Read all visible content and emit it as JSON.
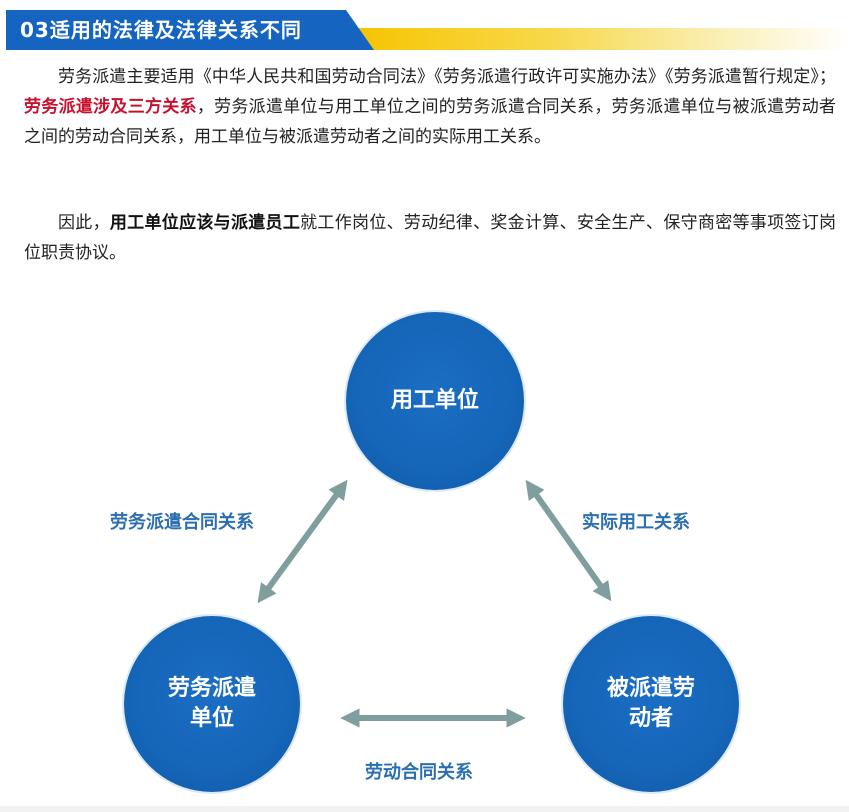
{
  "header": {
    "title": "03适用的法律及法律关系不同"
  },
  "paragraph1": {
    "text_a": "劳务派遣主要适用《中华人民共和国劳动合同法》《劳务派遣行政许可实施办法》《劳务派遣暂行规定》；",
    "highlight": "劳务派遣涉及三方关系",
    "text_b": "，劳务派遣单位与用工单位之间的劳务派遣合同关系，劳务派遣单位与被派遣劳动者之间的劳动合同关系，用工单位与被派遣劳动者之间的实际用工关系。"
  },
  "paragraph2": {
    "text_a": "因此，",
    "bold": "用工单位应该与派遣员工",
    "text_b": "就工作岗位、劳动纪律、奖金计算、安全生产、保守商密等事项签订岗位职责协议。"
  },
  "diagram": {
    "nodes": {
      "top": "用工单位",
      "left": "劳务派遣单位",
      "right": "被派遣劳动者"
    },
    "relations": {
      "left": "劳务派遣合同关系",
      "right": "实际用工关系",
      "bottom": "劳动合同关系"
    },
    "colors": {
      "circle": "#1565b8",
      "arrow": "#7f9e9e",
      "relation_text": "#2c6fb0",
      "header_bar": "#1565c0",
      "header_accent": "#f5c400",
      "highlight_text": "#c8102e"
    }
  }
}
